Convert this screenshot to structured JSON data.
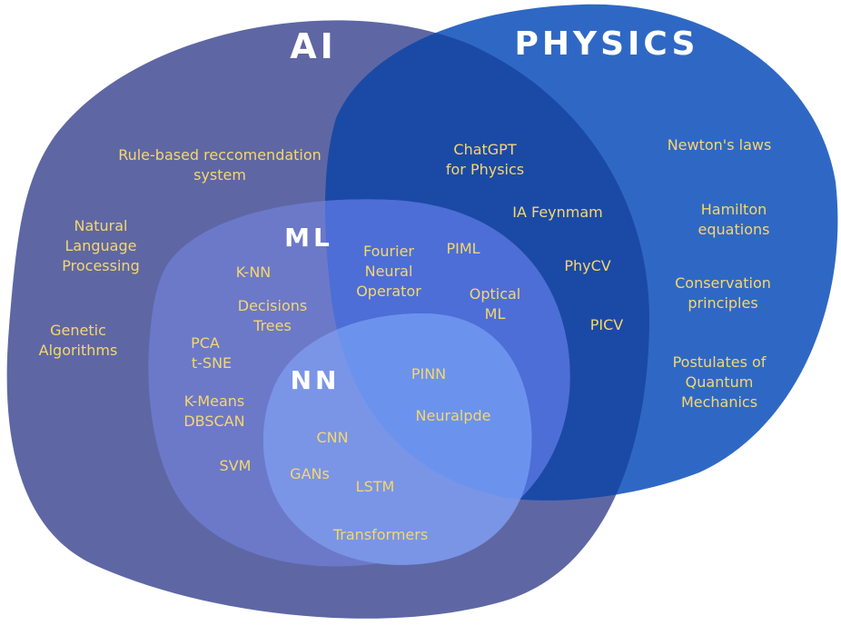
{
  "colors": {
    "ai": "#5e67a4",
    "physics": "#2f68c4",
    "ai_physics_overlap": "#1b4aa6",
    "ml": "#6c79c9",
    "ml_physics_overlap": "#4d6ed6",
    "nn": "#7a95e6",
    "nn_physics_overlap": "#6b93ee",
    "label_text": "#f5d76e",
    "heading_text": "#ffffff"
  },
  "headings": {
    "ai": "AI",
    "physics": "PHYSICS",
    "ml": "ML",
    "nn": "NN"
  },
  "ai_only": {
    "rule_based": [
      "Rule-based reccomendation",
      "system"
    ],
    "nlp": [
      "Natural",
      "Language",
      "Processing"
    ],
    "genetic": [
      "Genetic",
      "Algorithms"
    ]
  },
  "physics_only": {
    "newton": "Newton's laws",
    "hamilton": [
      "Hamilton",
      "equations"
    ],
    "conservation": [
      "Conservation",
      "principles"
    ],
    "quantum": [
      "Postulates of",
      "Quantum",
      "Mechanics"
    ]
  },
  "ai_physics": {
    "chatgpt": [
      "ChatGPT",
      "for Physics"
    ],
    "feynman": "IA Feynmam",
    "phycv": "PhyCV",
    "picv": "PICV"
  },
  "ml_only": {
    "knn": "K-NN",
    "trees": [
      "Decisions",
      "Trees"
    ],
    "pca": [
      "PCA",
      "t-SNE"
    ],
    "kmeans": [
      "K-Means",
      "DBSCAN"
    ],
    "svm": "SVM"
  },
  "ml_physics": {
    "fourier": [
      "Fourier",
      "Neural",
      "Operator"
    ],
    "piml": "PIML",
    "optical": [
      "Optical",
      "ML"
    ]
  },
  "nn_only": {
    "cnn": "CNN",
    "gans": "GANs",
    "lstm": "LSTM",
    "transformers": "Transformers"
  },
  "nn_physics": {
    "pinn": "PINN",
    "neuralpde": "Neuralpde"
  }
}
